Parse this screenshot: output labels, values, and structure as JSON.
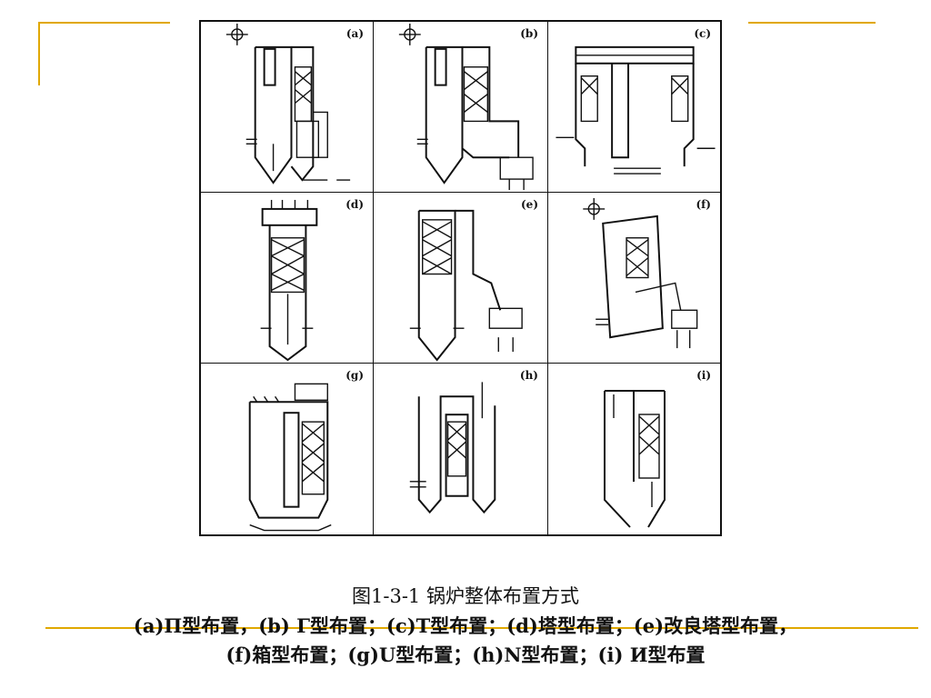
{
  "slide": {
    "accent_color": "#e0a800",
    "figure": {
      "panels": [
        {
          "id": "a",
          "label": "(a)"
        },
        {
          "id": "b",
          "label": "(b)"
        },
        {
          "id": "c",
          "label": "(c)"
        },
        {
          "id": "d",
          "label": "(d)"
        },
        {
          "id": "e",
          "label": "(e)"
        },
        {
          "id": "f",
          "label": "(f)"
        },
        {
          "id": "g",
          "label": "(g)"
        },
        {
          "id": "h",
          "label": "(h)"
        },
        {
          "id": "i",
          "label": "(i)"
        }
      ]
    },
    "caption": {
      "title": "图1-3-1 锅炉整体布置方式",
      "line2": "(a)Π型布置，(b) Γ型布置；(c)T型布置；(d)塔型布置；(e)改良塔型布置，",
      "line3": "(f)箱型布置；(g)U型布置；(h)N型布置；(i) И型布置"
    }
  }
}
